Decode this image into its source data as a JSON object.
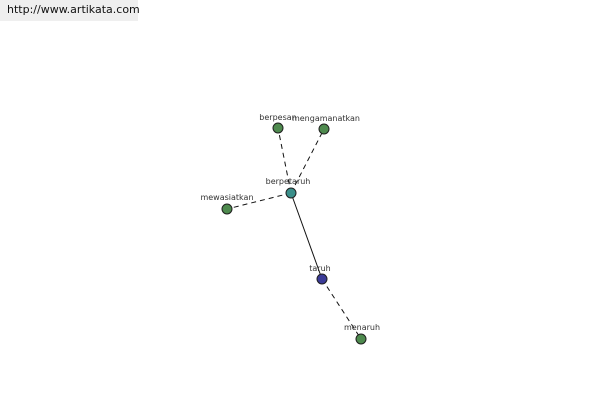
{
  "banner": {
    "url_text": "http://www.artikata.com"
  },
  "colors": {
    "synonym_node": "#4e8a4e",
    "center_node": "#3a8f8a",
    "root_node": "#3b3b98",
    "edge": "#111111"
  },
  "graph": {
    "nodes": [
      {
        "id": "berpesan",
        "label": "berpesan",
        "role": "synonym"
      },
      {
        "id": "mengamanatkan",
        "label": "mengamanatkan",
        "role": "synonym"
      },
      {
        "id": "berpetaruh",
        "label": "berpetaruh",
        "role": "center"
      },
      {
        "id": "mewasiatkan",
        "label": "mewasiatkan",
        "role": "synonym"
      },
      {
        "id": "taruh",
        "label": "taruh",
        "role": "root"
      },
      {
        "id": "menaruh",
        "label": "menaruh",
        "role": "synonym"
      }
    ],
    "edges": [
      {
        "from": "berpetaruh",
        "to": "berpesan",
        "style": "dashed"
      },
      {
        "from": "berpetaruh",
        "to": "mengamanatkan",
        "style": "dashed"
      },
      {
        "from": "berpetaruh",
        "to": "mewasiatkan",
        "style": "dashed"
      },
      {
        "from": "berpetaruh",
        "to": "taruh",
        "style": "solid"
      },
      {
        "from": "taruh",
        "to": "menaruh",
        "style": "dashed"
      }
    ]
  }
}
